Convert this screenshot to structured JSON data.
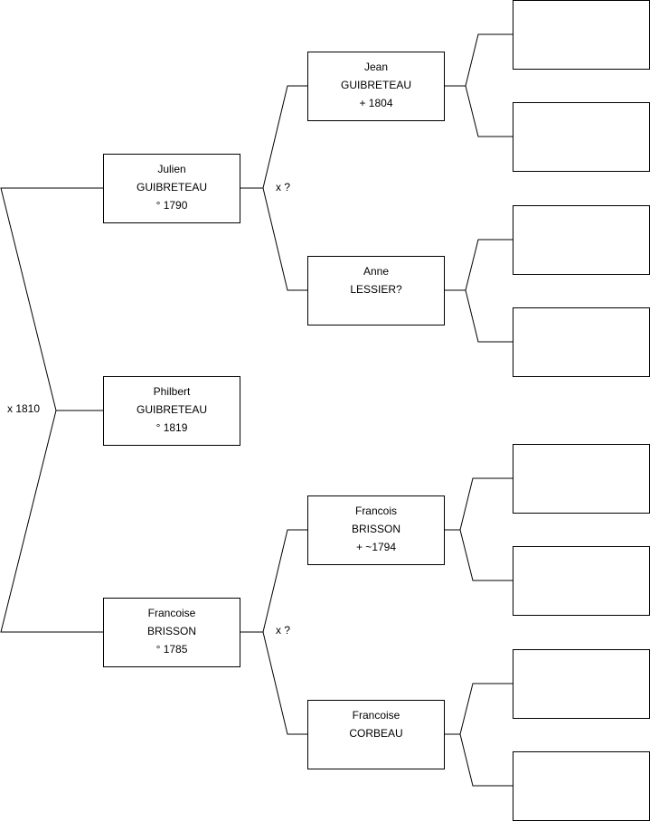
{
  "people": {
    "child": {
      "given": "Philbert",
      "surname": "GUIBRETEAU",
      "event": "° 1819"
    },
    "father": {
      "given": "Julien",
      "surname": "GUIBRETEAU",
      "event": "° 1790"
    },
    "mother": {
      "given": "Francoise",
      "surname": "BRISSON",
      "event": "° 1785"
    },
    "paternal_grandfather": {
      "given": "Jean",
      "surname": "GUIBRETEAU",
      "event": "+ 1804"
    },
    "paternal_grandmother": {
      "given": "Anne",
      "surname": "LESSIER?",
      "event": ""
    },
    "maternal_grandfather": {
      "given": "Francois",
      "surname": "BRISSON",
      "event": "+ ~1794"
    },
    "maternal_grandmother": {
      "given": "Francoise",
      "surname": "CORBEAU",
      "event": ""
    }
  },
  "marriages": {
    "parents": "x 1810",
    "paternal_grandparents": "x ?",
    "maternal_grandparents": "x ?"
  }
}
